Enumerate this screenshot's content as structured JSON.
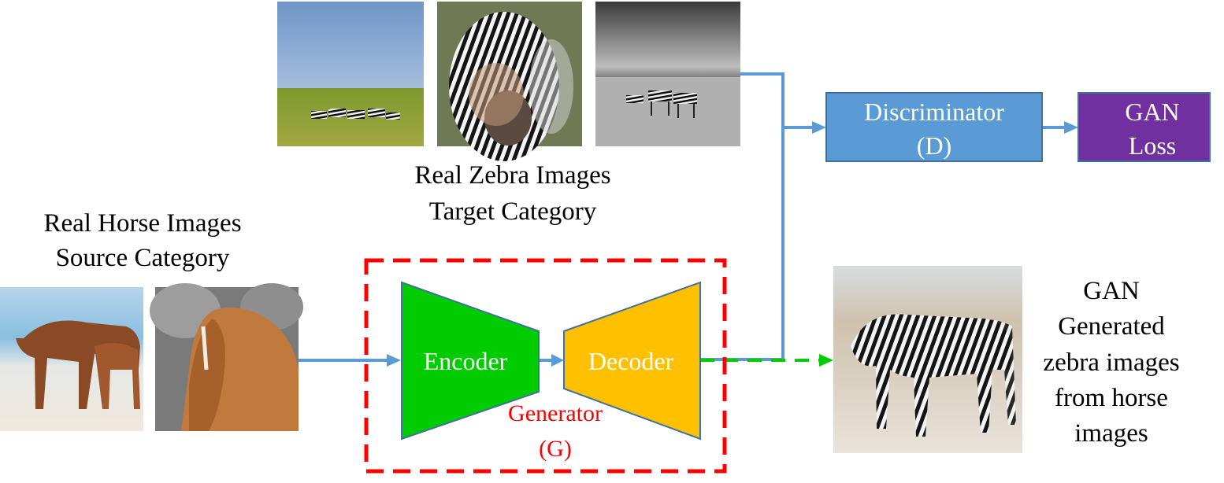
{
  "zebra_label": {
    "line1": "Real Zebra Images",
    "line2": "Target Category"
  },
  "horse_label": {
    "line1": "Real Horse Images",
    "line2": "Source Category"
  },
  "discriminator": {
    "line1": "Discriminator",
    "line2": "(D)"
  },
  "gan_loss": {
    "line1": "GAN",
    "line2": "Loss"
  },
  "encoder": "Encoder",
  "decoder": "Decoder",
  "generator": {
    "line1": "Generator",
    "line2": "(G)"
  },
  "output_label": {
    "line1": "GAN",
    "line2": "Generated",
    "line3": "zebra images",
    "line4": "from horse",
    "line5": "images"
  },
  "colors": {
    "arrow_blue": "#5b9bd5",
    "discriminator_fill": "#5b9bd5",
    "gan_loss_fill": "#7030a0",
    "encoder_fill": "#00cc00",
    "decoder_fill": "#ffc000",
    "generator_border": "#ff0000",
    "output_arrow_green": "#00cc00",
    "box_text": "#ffffff",
    "generator_text": "#ff0000"
  }
}
